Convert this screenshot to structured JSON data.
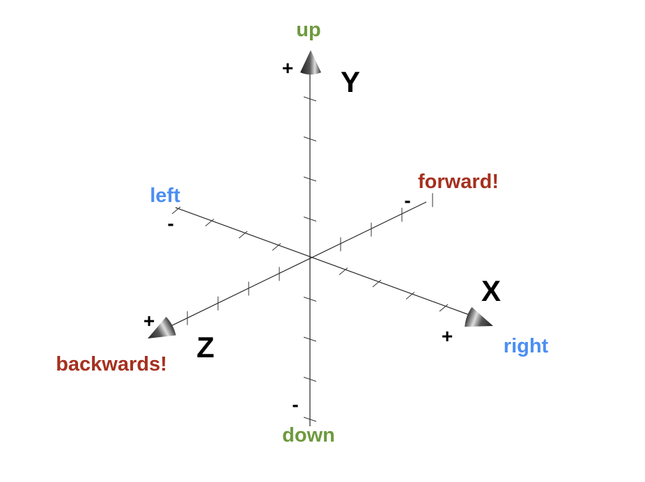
{
  "axes": {
    "x": {
      "name": "X",
      "positive": "right",
      "plus": "+",
      "minus": "-"
    },
    "y": {
      "name": "Y",
      "positive": "up",
      "negative": "down",
      "plus": "+",
      "minus": "-"
    },
    "z": {
      "name": "Z",
      "positive": "backwards!",
      "negative": "forward!",
      "plus": "+",
      "minus": "-"
    },
    "x_negative": "left"
  },
  "colors": {
    "up_down": "#6e9a3e",
    "left_right": "#4c8ef2",
    "forward_back": "#a5301f",
    "axis": "#222222"
  }
}
